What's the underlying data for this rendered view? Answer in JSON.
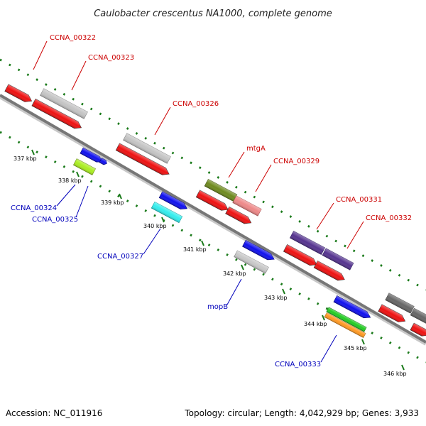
{
  "title": "Caulobacter crescentus NA1000, complete genome",
  "footer": {
    "accession": "Accession: NC_011916",
    "summary": "Topology: circular; Length: 4,042,929 bp; Genes: 3,933"
  },
  "colors": {
    "backbone": "#8a8a8a",
    "tick": "#1a7a1a",
    "forward_label": "#cc0000",
    "reverse_label": "#0000bb"
  },
  "scale_ticks": [
    "337 kbp",
    "338 kbp",
    "339 kbp",
    "340 kbp",
    "341 kbp",
    "342 kbp",
    "343 kbp",
    "344 kbp",
    "345 kbp",
    "346 kbp"
  ],
  "gene_labels": {
    "forward": [
      "CCNA_00322",
      "CCNA_00323",
      "CCNA_00326",
      "mtgA",
      "CCNA_00329",
      "CCNA_00331",
      "CCNA_00332"
    ],
    "reverse": [
      "CCNA_00324",
      "CCNA_00325",
      "CCNA_00327",
      "mopB",
      "CCNA_00333"
    ]
  }
}
